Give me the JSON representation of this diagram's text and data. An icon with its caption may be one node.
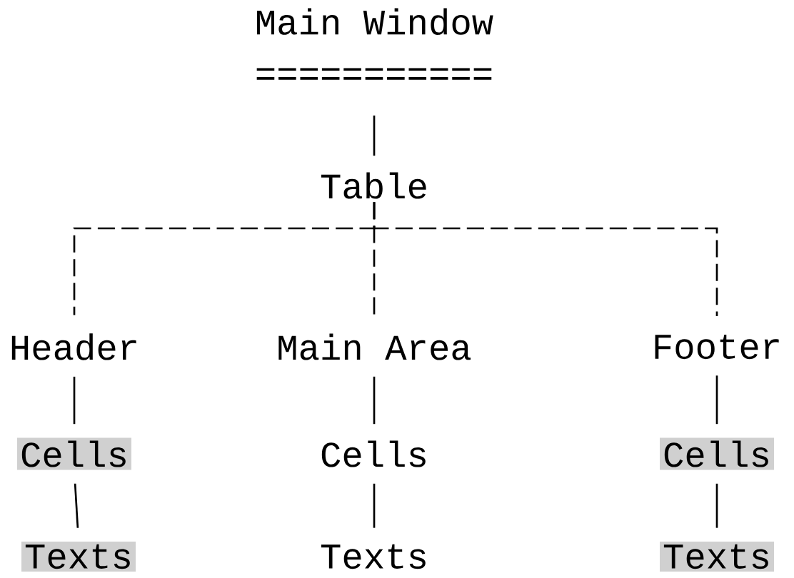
{
  "diagram": {
    "nodes": [
      {
        "text": [
          "Main Window",
          "==========="
        ]
      },
      {
        "text": [
          "Table"
        ]
      },
      {
        "text": [
          "Header"
        ]
      },
      {
        "text": [
          "Main Area"
        ]
      },
      {
        "text": [
          "Footer"
        ]
      },
      {
        "text": [
          "Cells"
        ]
      },
      {
        "text": [
          "Cells"
        ]
      },
      {
        "text": [
          "Cells"
        ]
      },
      {
        "text": [
          "Texts"
        ]
      },
      {
        "text": [
          "Texts"
        ]
      },
      {
        "text": [
          "Texts"
        ]
      }
    ],
    "edges": [
      {
        "from": 0,
        "to": 1,
        "arrow": "none"
      },
      {
        "from": 1,
        "to": 2,
        "arrow": "none",
        "style": "dashed"
      },
      {
        "from": 1,
        "to": 3,
        "arrow": "none",
        "style": "dashed"
      },
      {
        "from": 1,
        "to": 4,
        "arrow": "none",
        "style": "dashed"
      },
      {
        "from": 2,
        "to": 5,
        "arrow": "none"
      },
      {
        "from": 3,
        "to": 6,
        "arrow": "none"
      },
      {
        "from": 4,
        "to": 7,
        "arrow": "none"
      },
      {
        "from": 5,
        "to": 8,
        "arrow": "none"
      },
      {
        "from": 6,
        "to": 9,
        "arrow": "none"
      },
      {
        "from": 7,
        "to": 10,
        "arrow": "none"
      }
    ]
  }
}
